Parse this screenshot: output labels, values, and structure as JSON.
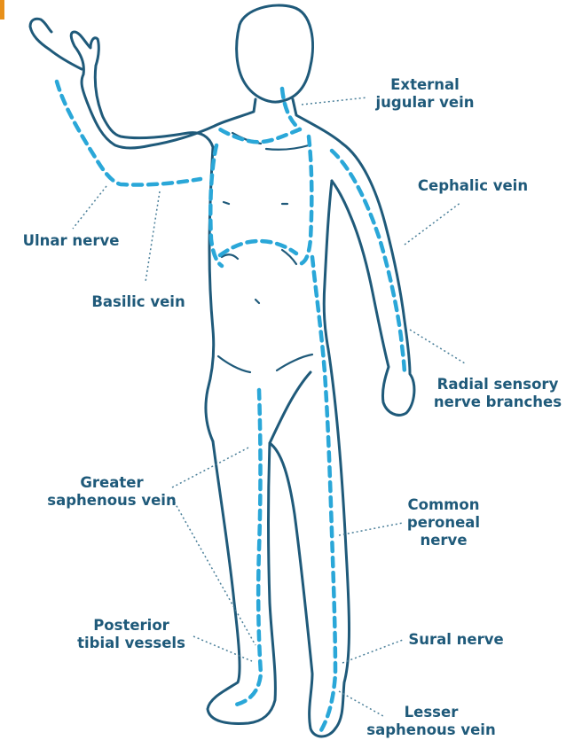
{
  "colors": {
    "outline": "#1f5a7a",
    "route": "#2aa7d8",
    "text": "#1f5a7a",
    "leader": "#4a7f99",
    "corner_mark": "#e8901a"
  },
  "labels": {
    "external_jugular": "External\njugular vein",
    "cephalic": "Cephalic vein",
    "ulnar_nerve": "Ulnar nerve",
    "basilic": "Basilic vein",
    "radial_sensory": "Radial sensory\nnerve branches",
    "greater_saphenous": "Greater\nsaphenous vein",
    "common_peroneal": "Common\nperoneal\nnerve",
    "posterior_tibial": "Posterior\ntibial vessels",
    "sural_nerve": "Sural nerve",
    "lesser_saphenous": "Lesser\nsaphenous vein"
  }
}
